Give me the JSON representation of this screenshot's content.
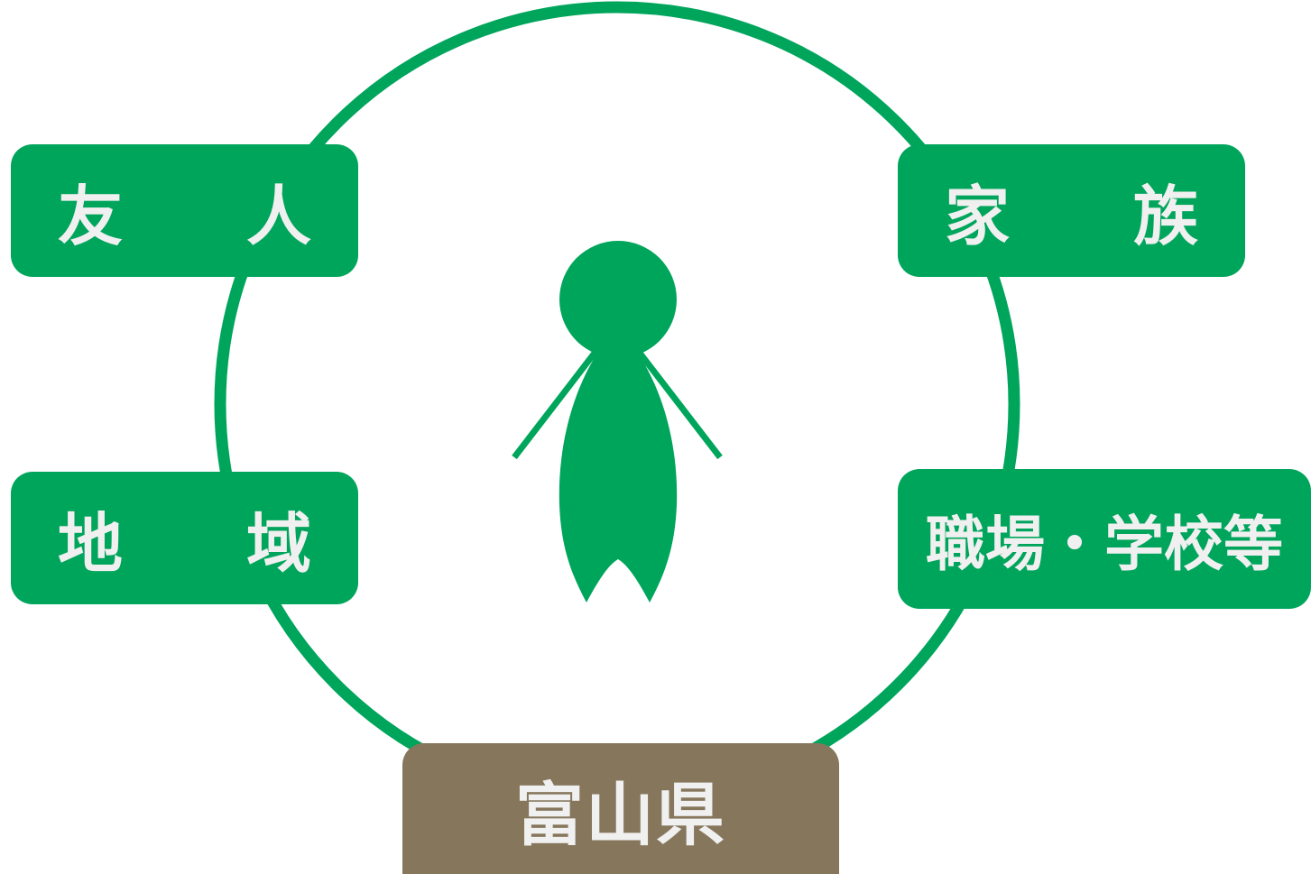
{
  "diagram": {
    "nodes": {
      "friends": "友 人",
      "family": "家 族",
      "community": "地 域",
      "workplace": "職場・学校等",
      "toyama": "富山県"
    },
    "colors": {
      "primary_green": "#00a55c",
      "brown": "#86775c",
      "text": "#f0f0f0",
      "background": "#ffffff"
    },
    "icons": {
      "center": "person-figure-icon"
    }
  }
}
